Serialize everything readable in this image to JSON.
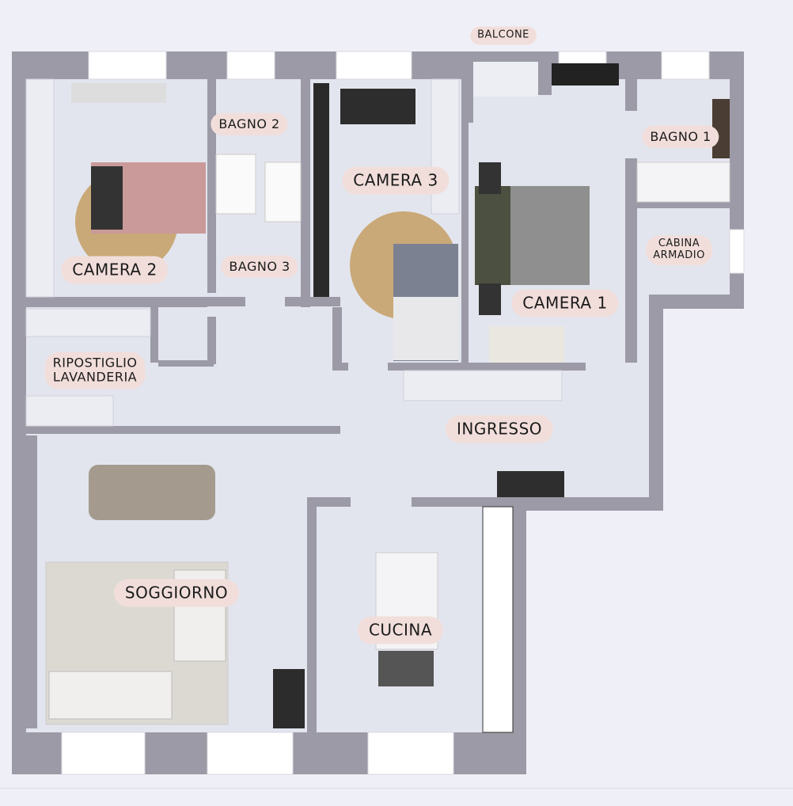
{
  "floorplan": {
    "rooms": {
      "balcone": "BALCONE",
      "bagno2": "BAGNO 2",
      "camera3": "CAMERA 3",
      "bagno1": "BAGNO 1",
      "camera2": "CAMERA 2",
      "bagno3": "BAGNO 3",
      "cabina_line1": "CABINA",
      "cabina_line2": "ARMADIO",
      "camera1": "CAMERA 1",
      "ripostiglio_line1": "RIPOSTIGLIO",
      "ripostiglio_line2": "LAVANDERIA",
      "ingresso": "INGRESSO",
      "soggiorno": "SOGGIORNO",
      "cucina": "CUCINA"
    },
    "colors": {
      "wall": "#9b9aa6",
      "floor": "#e3e5ee",
      "label": "#f1dedb",
      "background": "#eff0f7"
    }
  }
}
